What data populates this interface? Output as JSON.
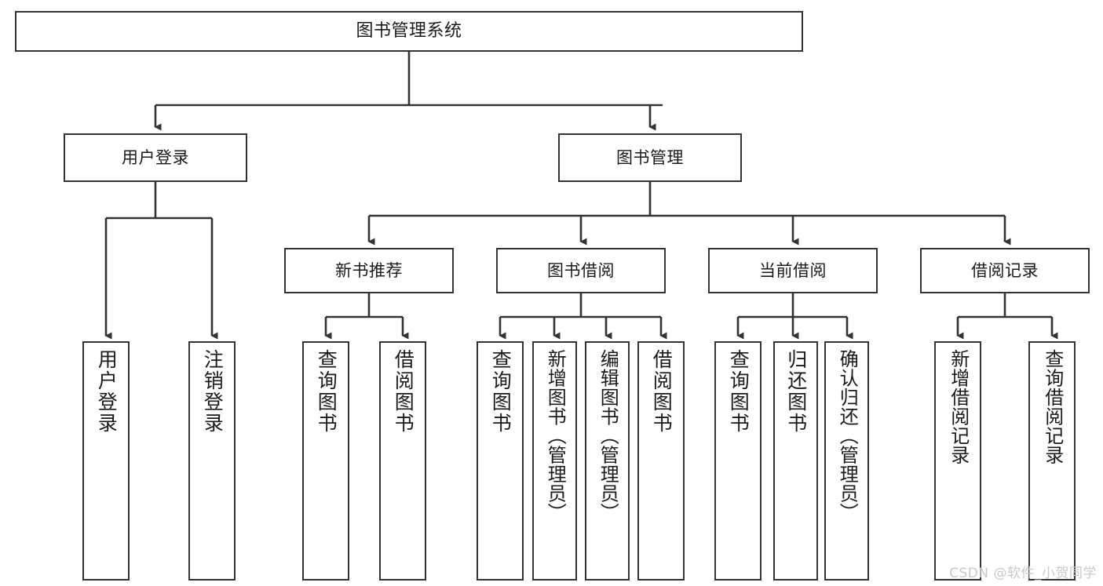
{
  "diagram": {
    "title": "图书管理系统",
    "type": "tree",
    "watermark": "CSDN @软件_小贺同学",
    "colors": {
      "box_border": "#333333",
      "box_fill": "#ffffff",
      "connector": "#333333",
      "text": "#1a1a1a",
      "watermark": "#c9c9c9"
    },
    "root": {
      "label": "图书管理系统"
    },
    "level2": [
      {
        "label": "用户登录"
      },
      {
        "label": "图书管理"
      }
    ],
    "level3": [
      {
        "label": "新书推荐"
      },
      {
        "label": "图书借阅"
      },
      {
        "label": "当前借阅"
      },
      {
        "label": "借阅记录"
      }
    ],
    "leaves": {
      "user_login": [
        {
          "label": "用户登录"
        },
        {
          "label": "注销登录"
        }
      ],
      "new_book_recommend": [
        {
          "label": "查询图书"
        },
        {
          "label": "借阅图书"
        }
      ],
      "book_borrow": [
        {
          "label": "查询图书"
        },
        {
          "label": "新增图书（管理员）"
        },
        {
          "label": "编辑图书（管理员）"
        },
        {
          "label": "借阅图书"
        }
      ],
      "current_borrow": [
        {
          "label": "查询图书"
        },
        {
          "label": "归还图书"
        },
        {
          "label": "确认归还（管理员）"
        }
      ],
      "borrow_records": [
        {
          "label": "新增借阅记录"
        },
        {
          "label": "查询借阅记录"
        }
      ]
    }
  }
}
